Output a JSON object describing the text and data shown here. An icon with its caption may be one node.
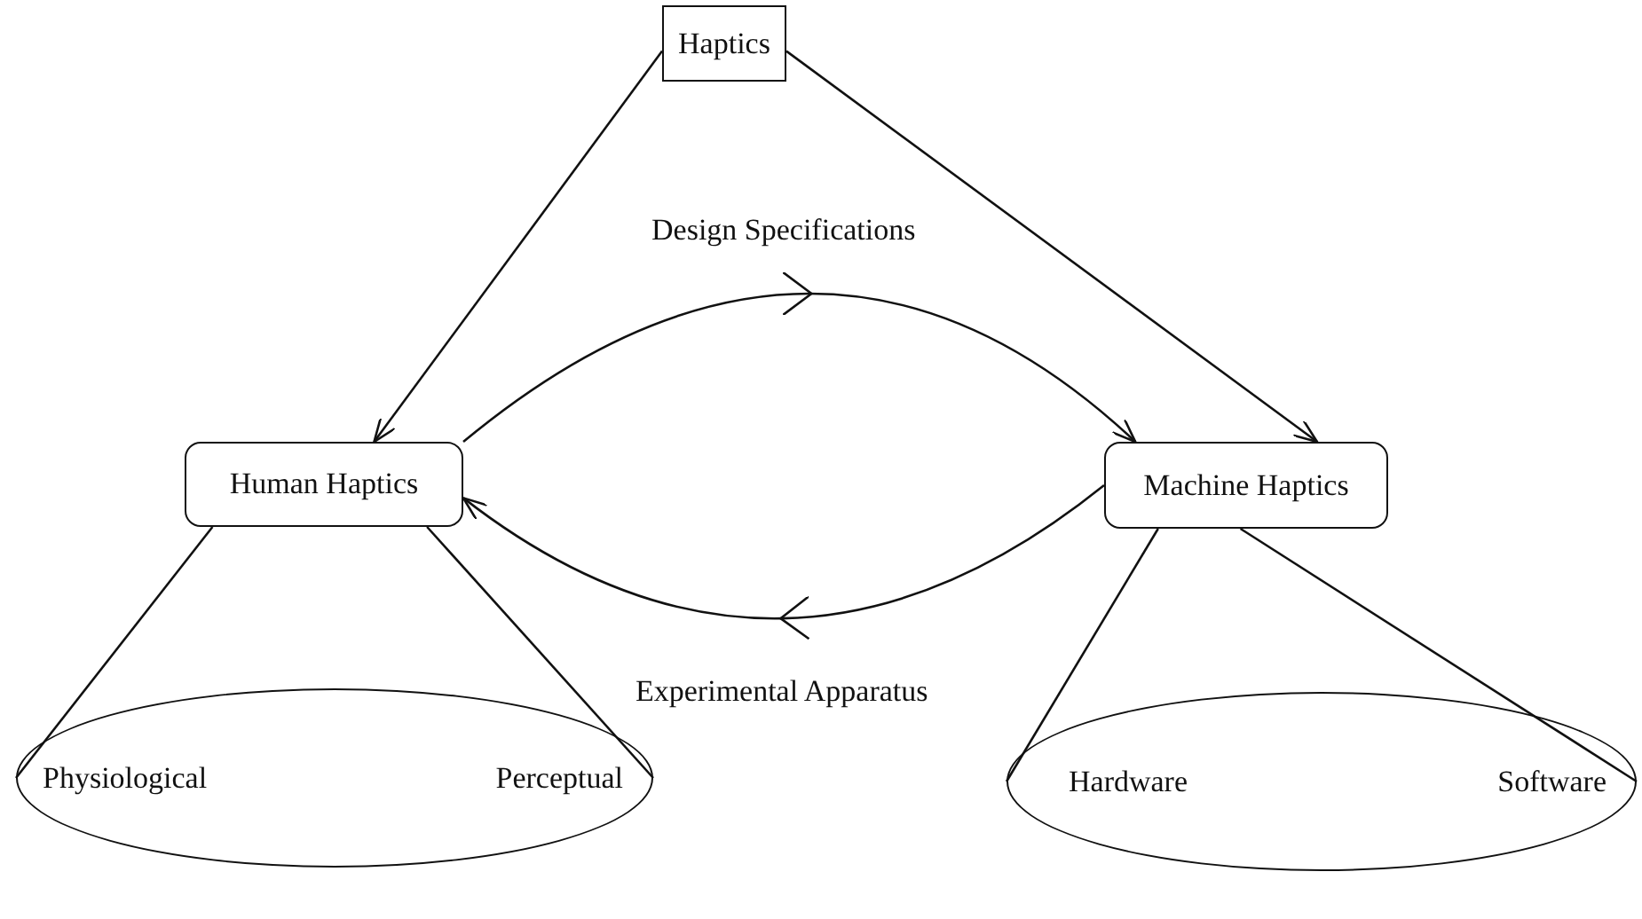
{
  "diagram": {
    "nodes": [
      {
        "text": [
          "Haptics"
        ]
      },
      {
        "text": [
          "Human Haptics"
        ]
      },
      {
        "text": [
          "Machine Haptics"
        ]
      },
      {
        "text": [
          "Physiological",
          "Perceptual"
        ]
      },
      {
        "text": [
          "Hardware",
          "Software"
        ]
      }
    ],
    "edges": [
      {
        "from": 0,
        "to": 1,
        "arrow": "to"
      },
      {
        "from": 0,
        "to": 2,
        "arrow": "to"
      },
      {
        "from": 1,
        "to": 2,
        "arrow": "to",
        "label": "Design Specifications"
      },
      {
        "from": 2,
        "to": 1,
        "arrow": "to",
        "label": "Experimental Apparatus"
      },
      {
        "from": 1,
        "to": 3,
        "arrow": "none"
      },
      {
        "from": 1,
        "to": 3,
        "arrow": "none"
      },
      {
        "from": 2,
        "to": 4,
        "arrow": "none"
      },
      {
        "from": 2,
        "to": 4,
        "arrow": "none"
      }
    ]
  }
}
